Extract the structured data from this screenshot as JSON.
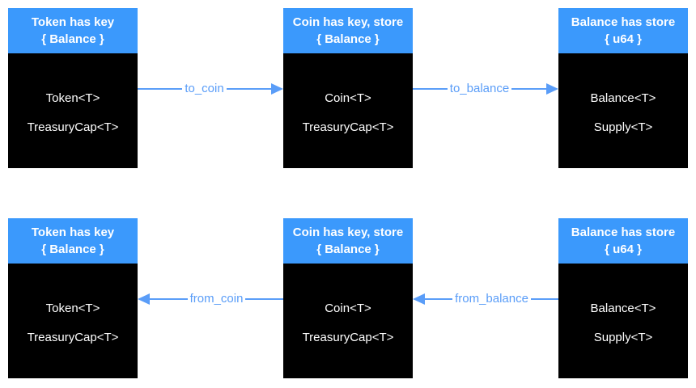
{
  "diagram": {
    "colors": {
      "header_blue": "#3B99FC",
      "arrow_blue": "#5A9DF8",
      "box_black": "#000000",
      "text_white": "#FFFFFF"
    },
    "rows": [
      {
        "boxes": [
          {
            "header_line1": "Token has key",
            "header_line2": "{ Balance }",
            "fields": [
              "Token<T>",
              "TreasuryCap<T>"
            ]
          },
          {
            "header_line1": "Coin has key, store",
            "header_line2": "{ Balance }",
            "fields": [
              "Coin<T>",
              "TreasuryCap<T>"
            ]
          },
          {
            "header_line1": "Balance has store",
            "header_line2": "{ u64 }",
            "fields": [
              "Balance<T>",
              "Supply<T>"
            ]
          }
        ],
        "arrows": [
          {
            "label": "to_coin",
            "direction": "right"
          },
          {
            "label": "to_balance",
            "direction": "right"
          }
        ]
      },
      {
        "boxes": [
          {
            "header_line1": "Token has key",
            "header_line2": "{ Balance }",
            "fields": [
              "Token<T>",
              "TreasuryCap<T>"
            ]
          },
          {
            "header_line1": "Coin has key, store",
            "header_line2": "{ Balance }",
            "fields": [
              "Coin<T>",
              "TreasuryCap<T>"
            ]
          },
          {
            "header_line1": "Balance has store",
            "header_line2": "{ u64 }",
            "fields": [
              "Balance<T>",
              "Supply<T>"
            ]
          }
        ],
        "arrows": [
          {
            "label": "from_coin",
            "direction": "left"
          },
          {
            "label": "from_balance",
            "direction": "left"
          }
        ]
      }
    ]
  }
}
